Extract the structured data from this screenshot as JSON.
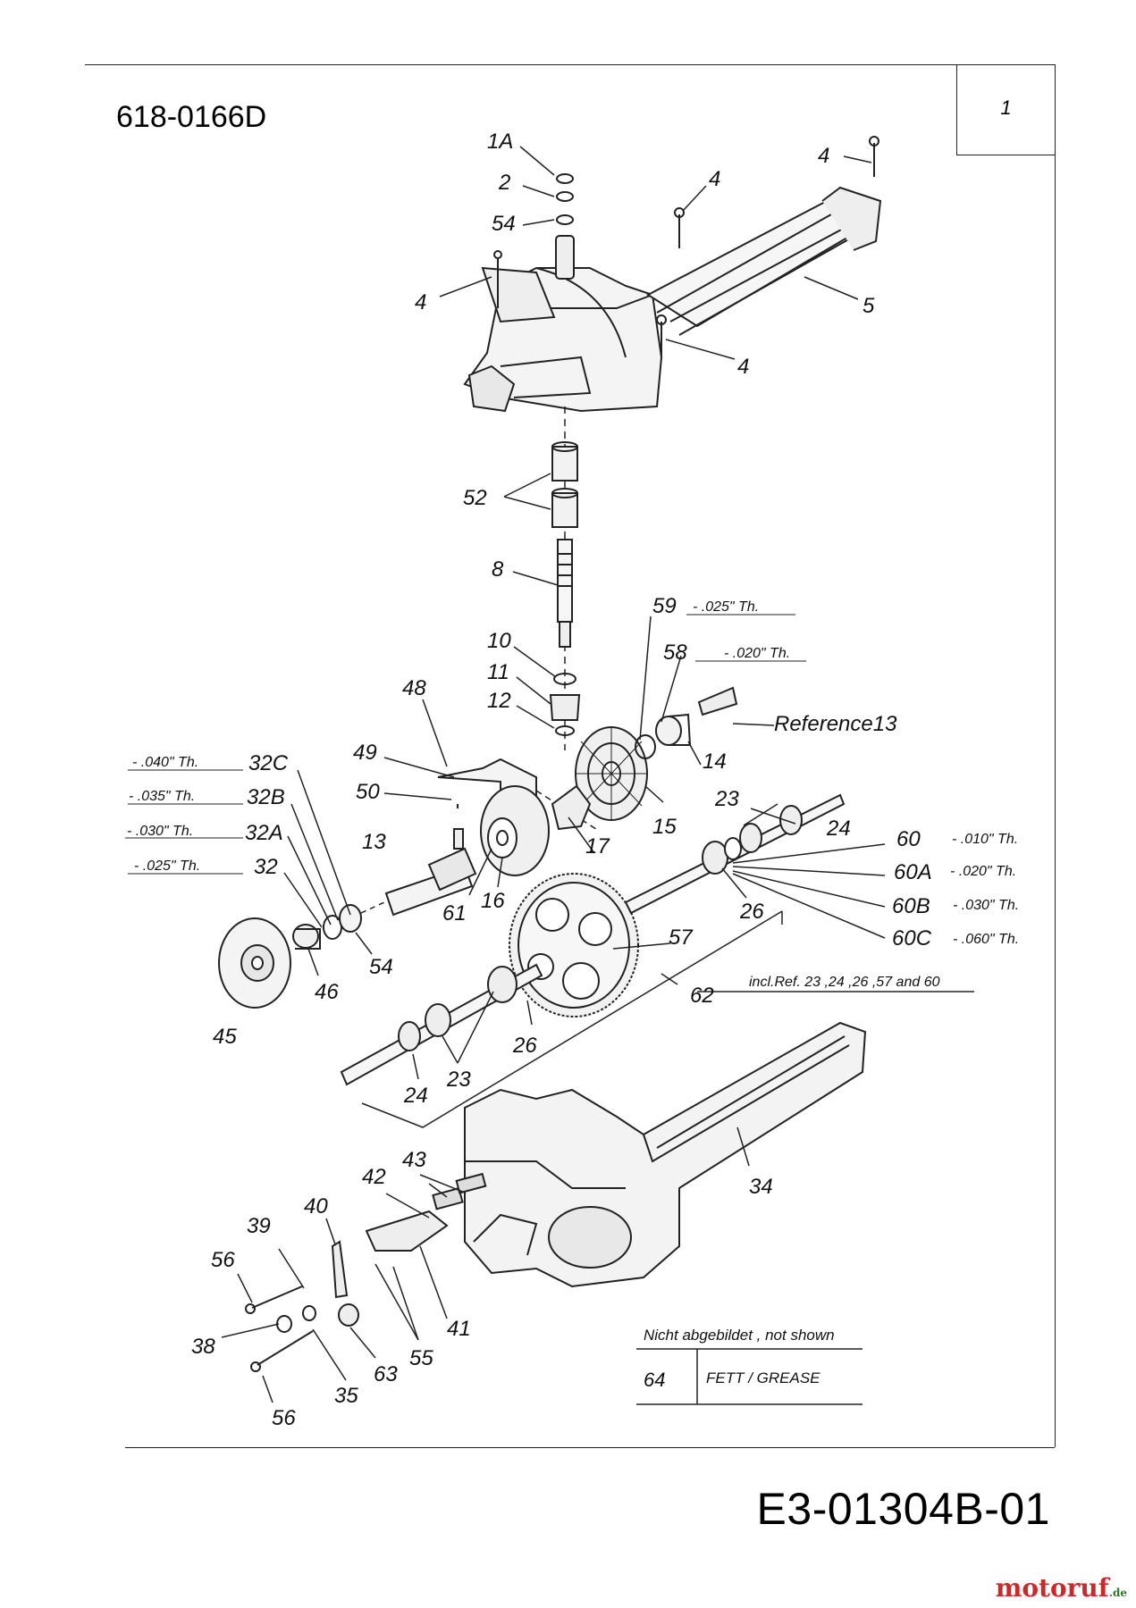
{
  "header": {
    "title": "618-0166D",
    "sheet_number": "1"
  },
  "footer": {
    "reference_code": "E3-01304B-01",
    "watermark_brand": "motoruf",
    "watermark_tld": ".de"
  },
  "callouts": {
    "c1A": "1A",
    "c2": "2",
    "c4a": "4",
    "c4b": "4",
    "c4c": "4",
    "c4d": "4",
    "c54a": "54",
    "c5": "5",
    "c52": "52",
    "c8": "8",
    "c10": "10",
    "c11": "11",
    "c12": "12",
    "c59": "59",
    "c58": "58",
    "c48": "48",
    "c49": "49",
    "c50": "50",
    "c13": "13",
    "c14": "14",
    "c15": "15",
    "c16": "16",
    "c17": "17",
    "c61": "61",
    "c32C": "32C",
    "c32B": "32B",
    "c32A": "32A",
    "c32": "32",
    "c23a": "23",
    "c24a": "24",
    "c60": "60",
    "c60A": "60A",
    "c60B": "60B",
    "c60C": "60C",
    "c26a": "26",
    "c57": "57",
    "c62": "62",
    "c26b": "26",
    "c23b": "23",
    "c24b": "24",
    "c54b": "54",
    "c46": "46",
    "c45": "45",
    "c34": "34",
    "c43": "43",
    "c42": "42",
    "c40": "40",
    "c39": "39",
    "c56a": "56",
    "c56b": "56",
    "c41": "41",
    "c55": "55",
    "c63": "63",
    "c35": "35",
    "c38": "38",
    "ref13": "Reference13"
  },
  "thickness_notes": {
    "t59": "- .025\" Th.",
    "t58": "- .020\" Th.",
    "t32C": "- .040\" Th.",
    "t32B": "- .035\" Th.",
    "t32A": "- .030\" Th.",
    "t32": "- .025\" Th.",
    "t60": "- .010\" Th.",
    "t60A": "- .020\" Th.",
    "t60B": "- .030\" Th.",
    "t60C": "- .060\" Th.",
    "incl62": "incl.Ref. 23 ,24 ,26 ,57 and 60"
  },
  "legend": {
    "heading": "Nicht abgebildet , not shown",
    "item_number": "64",
    "item_text": "FETT / GREASE"
  }
}
